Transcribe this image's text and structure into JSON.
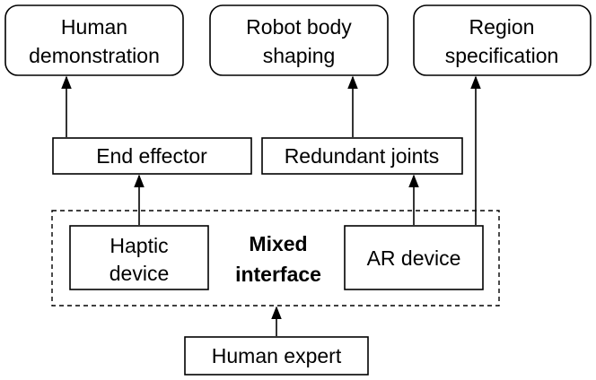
{
  "nodes": {
    "human_demonstration": [
      "Human",
      "demonstration"
    ],
    "robot_body_shaping": [
      "Robot body",
      "shaping"
    ],
    "region_specification": [
      "Region",
      "specification"
    ],
    "end_effector": [
      "End effector"
    ],
    "redundant_joints": [
      "Redundant joints"
    ],
    "haptic_device": [
      "Haptic",
      "device"
    ],
    "mixed_interface": [
      "Mixed",
      "interface"
    ],
    "ar_device": [
      "AR device"
    ],
    "human_expert": [
      "Human expert"
    ]
  },
  "edges": [
    {
      "from": "human_expert",
      "to": "mixed_interface"
    },
    {
      "from": "haptic_device",
      "to": "end_effector"
    },
    {
      "from": "end_effector",
      "to": "human_demonstration"
    },
    {
      "from": "ar_device",
      "to": "redundant_joints"
    },
    {
      "from": "redundant_joints",
      "to": "robot_body_shaping"
    },
    {
      "from": "ar_device",
      "to": "region_specification"
    }
  ]
}
